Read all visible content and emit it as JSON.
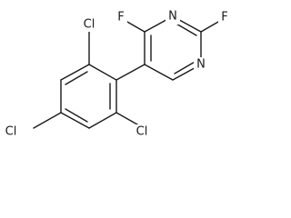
{
  "molecule": {
    "atom_labels": {
      "F_top": "F",
      "F_right": "F",
      "N_top": "N",
      "N_bottom": "N",
      "Cl_top": "Cl",
      "Cl_bottom_left": "Cl",
      "Cl_bottom_right": "Cl"
    }
  }
}
